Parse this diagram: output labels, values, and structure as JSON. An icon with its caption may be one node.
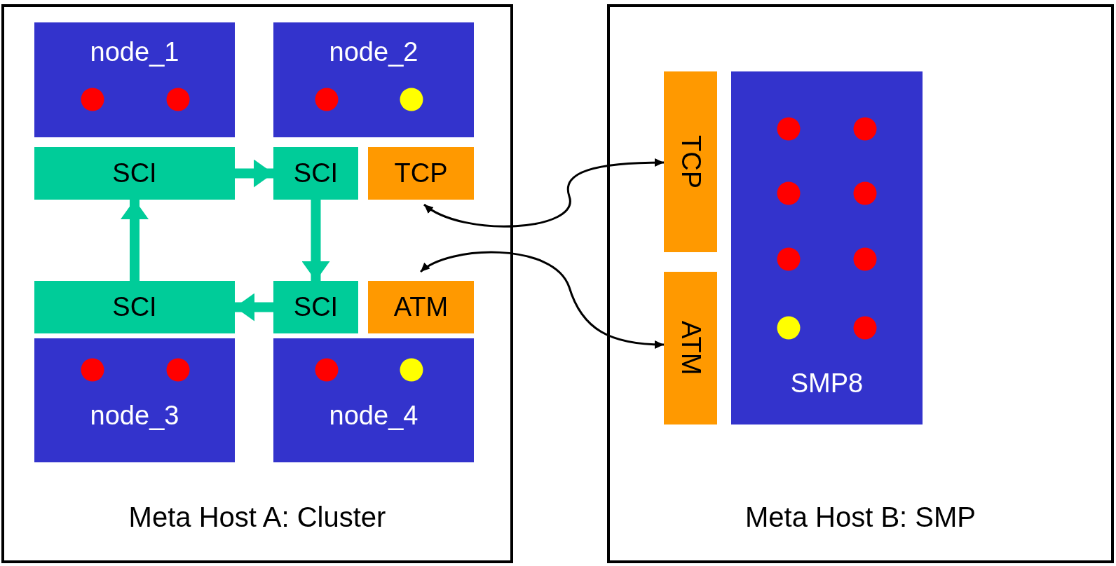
{
  "diagram": {
    "nodes": [
      {
        "text": [
          "Meta Host A: Cluster"
        ]
      },
      {
        "text": [
          "node_1"
        ],
        "in": 0
      },
      {
        "text": [
          "node_2"
        ],
        "in": 0
      },
      {
        "text": [
          "SCI"
        ],
        "in": 0
      },
      {
        "text": [
          "SCI"
        ],
        "in": 0
      },
      {
        "text": [
          "TCP"
        ],
        "in": 0
      },
      {
        "text": [
          "SCI"
        ],
        "in": 0
      },
      {
        "text": [
          "SCI"
        ],
        "in": 0
      },
      {
        "text": [
          "ATM"
        ],
        "in": 0
      },
      {
        "text": [
          "node_3"
        ],
        "in": 0
      },
      {
        "text": [
          "node_4"
        ],
        "in": 0
      },
      {
        "text": [
          "Meta Host B: SMP"
        ]
      },
      {
        "text": [
          "TCP"
        ],
        "in": 11
      },
      {
        "text": [
          "ATM"
        ],
        "in": 11
      },
      {
        "text": [
          "SMP8"
        ],
        "in": 11
      }
    ],
    "edges": [
      {
        "from": 3,
        "to": 4,
        "arrow": "to"
      },
      {
        "from": 4,
        "to": 7,
        "arrow": "to"
      },
      {
        "from": 7,
        "to": 6,
        "arrow": "to"
      },
      {
        "from": 6,
        "to": 3,
        "arrow": "to"
      },
      {
        "from": 5,
        "to": 12,
        "arrow": "both",
        "color": "#000000"
      },
      {
        "from": 8,
        "to": 13,
        "arrow": "both",
        "color": "#000000"
      }
    ]
  }
}
